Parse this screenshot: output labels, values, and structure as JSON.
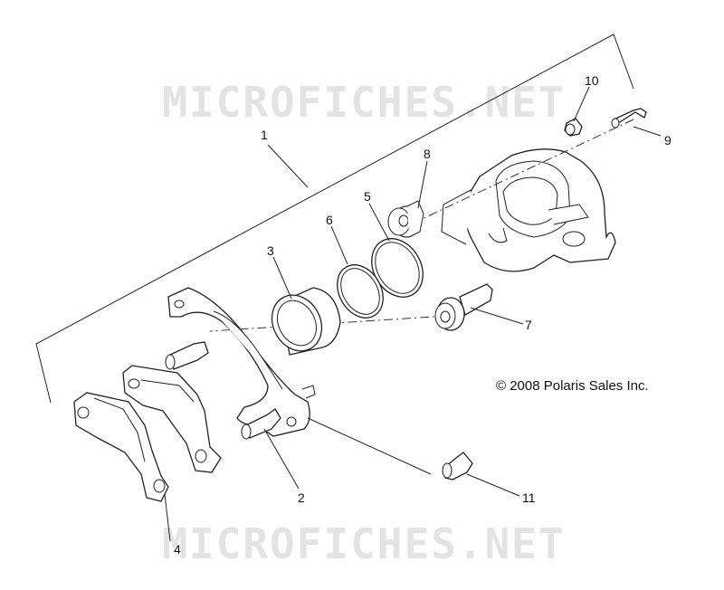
{
  "watermark": {
    "text": "MICROFICHES.NET"
  },
  "copyright": "© 2008 Polaris Sales Inc.",
  "callouts": [
    "1",
    "2",
    "3",
    "4",
    "5",
    "6",
    "7",
    "8",
    "9",
    "10",
    "11"
  ]
}
